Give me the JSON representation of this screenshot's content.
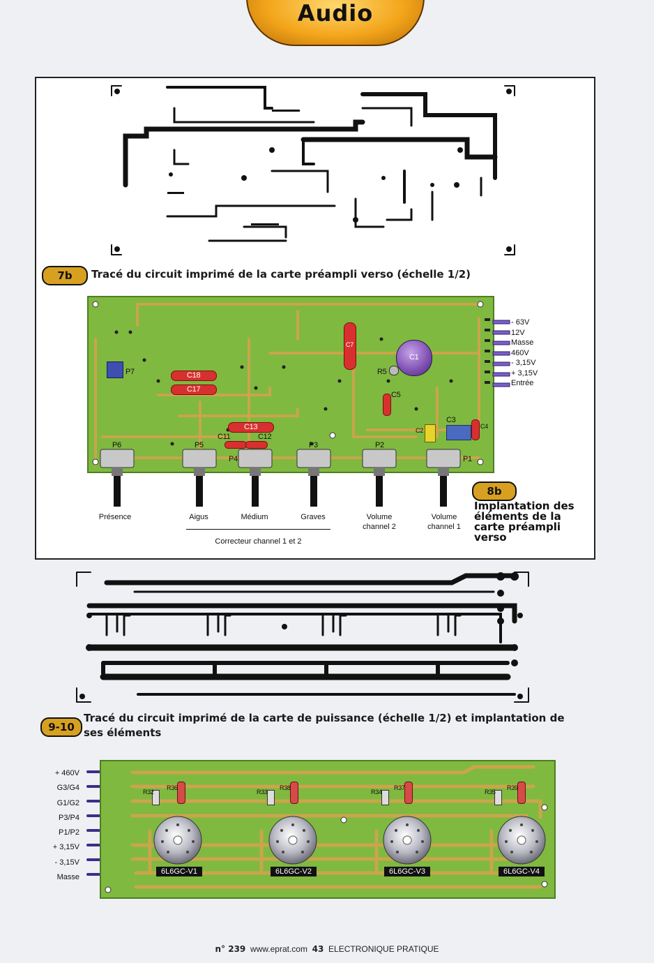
{
  "header": {
    "section_tab": "Audio"
  },
  "figure_7b": {
    "badge": "7b",
    "caption": "Tracé du circuit imprimé de la carte préampli verso (échelle 1/2)"
  },
  "figure_8b": {
    "badge": "8b",
    "caption": "Implantation des éléments de la carte préampli verso",
    "components": [
      "C18",
      "C17",
      "C13",
      "C11",
      "C12",
      "C7",
      "C1",
      "R5",
      "C5",
      "C3",
      "C2",
      "C4",
      "P7"
    ],
    "pots": [
      "P6",
      "P5",
      "P4",
      "P3",
      "P2",
      "P1"
    ],
    "knob_labels": [
      "Présence",
      "Aigus",
      "Médium",
      "Graves",
      "Volume channel 2",
      "Volume channel 1"
    ],
    "group_label": "Correcteur channel 1 et 2",
    "connectors": [
      "- 63V",
      "12V",
      "Masse",
      "460V",
      "- 3,15V",
      "+ 3,15V",
      "Entrée"
    ]
  },
  "figure_9_10": {
    "badge": "9-10",
    "caption": "Tracé du circuit imprimé de la carte de puissance (échelle 1/2) et implantation de ses éléments",
    "connectors": [
      "+ 460V",
      "G3/G4",
      "G1/G2",
      "P3/P4",
      "P1/P2",
      "+ 3,15V",
      "- 3,15V",
      "Masse"
    ],
    "resistors": [
      "R32",
      "R36",
      "R33",
      "R38",
      "R34",
      "R37",
      "R35",
      "R39"
    ],
    "tubes": [
      "6L6GC-V1",
      "6L6GC-V2",
      "6L6GC-V3",
      "6L6GC-V4"
    ]
  },
  "footer": {
    "issue": "n° 239",
    "website": "www.eprat.com",
    "page": "43",
    "magazine": "ELECTRONIQUE PRATIQUE"
  },
  "colors": {
    "pcb_green": "#7fb940",
    "trace_gold": "#c9a54c",
    "tab_orange": "#f3a51a",
    "badge_gold": "#d8a020"
  }
}
